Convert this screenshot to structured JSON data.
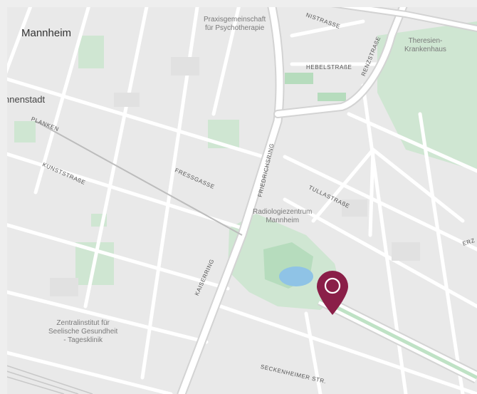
{
  "map": {
    "city": "Mannheim",
    "district": "nnenstadt",
    "colors": {
      "land": "#e9e9e9",
      "road": "#ffffff",
      "road_casing": "#d3d3d3",
      "park": "#cfe6d2",
      "park_dark": "#b6dcbd",
      "water": "#8fc3e6",
      "marker": "#8a1f48"
    },
    "pois": [
      {
        "id": "praxis",
        "label": "Praxisgemeinschaft\nfür Psychotherapie"
      },
      {
        "id": "theresien",
        "label": "Theresien-\nKrankenhaus"
      },
      {
        "id": "radiologie",
        "label": "Radiologiezentrum\nMannheim"
      },
      {
        "id": "zentralinstitut",
        "label": "Zentralinstitut für\nSeelische Gesundheit\n- Tagesklinik"
      }
    ],
    "streets": [
      {
        "id": "nistrasse",
        "label": "NISTRASSE"
      },
      {
        "id": "hebelstrasse",
        "label": "HEBELSTRAßE"
      },
      {
        "id": "renzstrasse",
        "label": "RENZSTRAßE"
      },
      {
        "id": "planken",
        "label": "PLANKEN"
      },
      {
        "id": "kunststrasse",
        "label": "KUNSTSTRAßE"
      },
      {
        "id": "fressgasse",
        "label": "FRESSGASSE"
      },
      {
        "id": "friedrichsring",
        "label": "FRIEDRICHSRING"
      },
      {
        "id": "tullastrasse",
        "label": "TULLASTRAßE"
      },
      {
        "id": "kaiserring",
        "label": "KAISERRING"
      },
      {
        "id": "seckenheimer",
        "label": "SECKENHEIMER STR."
      },
      {
        "id": "erz",
        "label": "ERZ"
      }
    ],
    "marker": {
      "icon": "map-pin-icon"
    }
  }
}
